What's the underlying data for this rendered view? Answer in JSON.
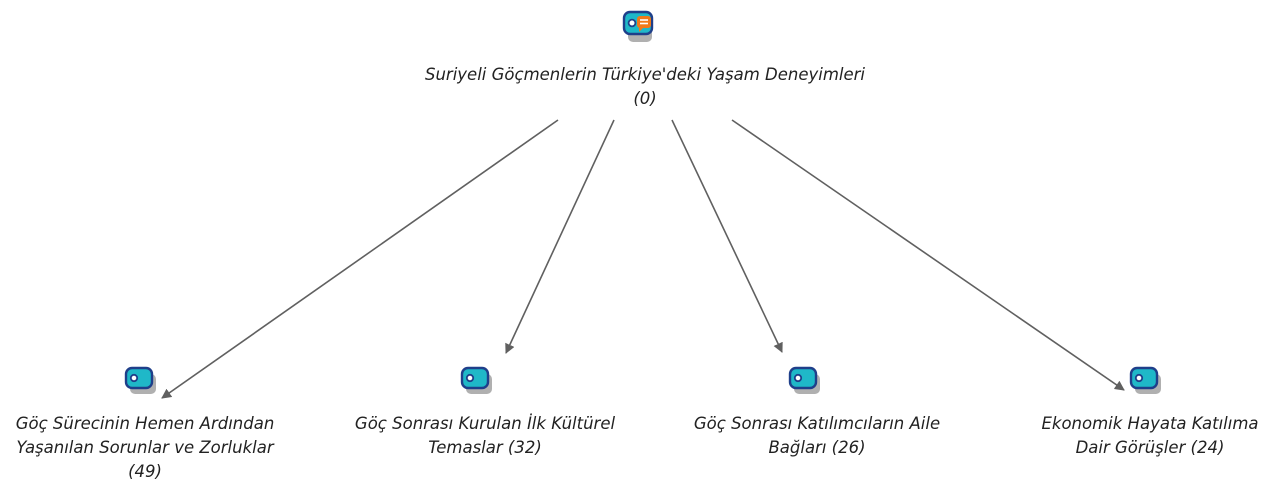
{
  "root": {
    "title": "Suriyeli Göçmenlerin Türkiye'deki Yaşam Deneyimleri",
    "count": "(0)",
    "icon": "memo-code-icon"
  },
  "children": [
    {
      "title": "Göç Sürecinin Hemen Ardından Yaşanılan Sorunlar ve Zorluklar",
      "count": "(49)",
      "icon": "code-tag-icon"
    },
    {
      "title": "Göç Sonrası Kurulan İlk Kültürel Temaslar",
      "count": "(32)",
      "icon": "code-tag-icon"
    },
    {
      "title": "Göç Sonrası Katılımcıların Aile Bağları",
      "count": "(26)",
      "icon": "code-tag-icon"
    },
    {
      "title": "Ekonomik Hayata Katılıma Dair Görüşler",
      "count": "(24)",
      "icon": "code-tag-icon"
    }
  ],
  "colors": {
    "edge": "#606060",
    "tag_fill": "#1fb8c8",
    "tag_border": "#1f3f8a",
    "memo_orange": "#f07a1a",
    "shadow": "#b0b0b0"
  }
}
